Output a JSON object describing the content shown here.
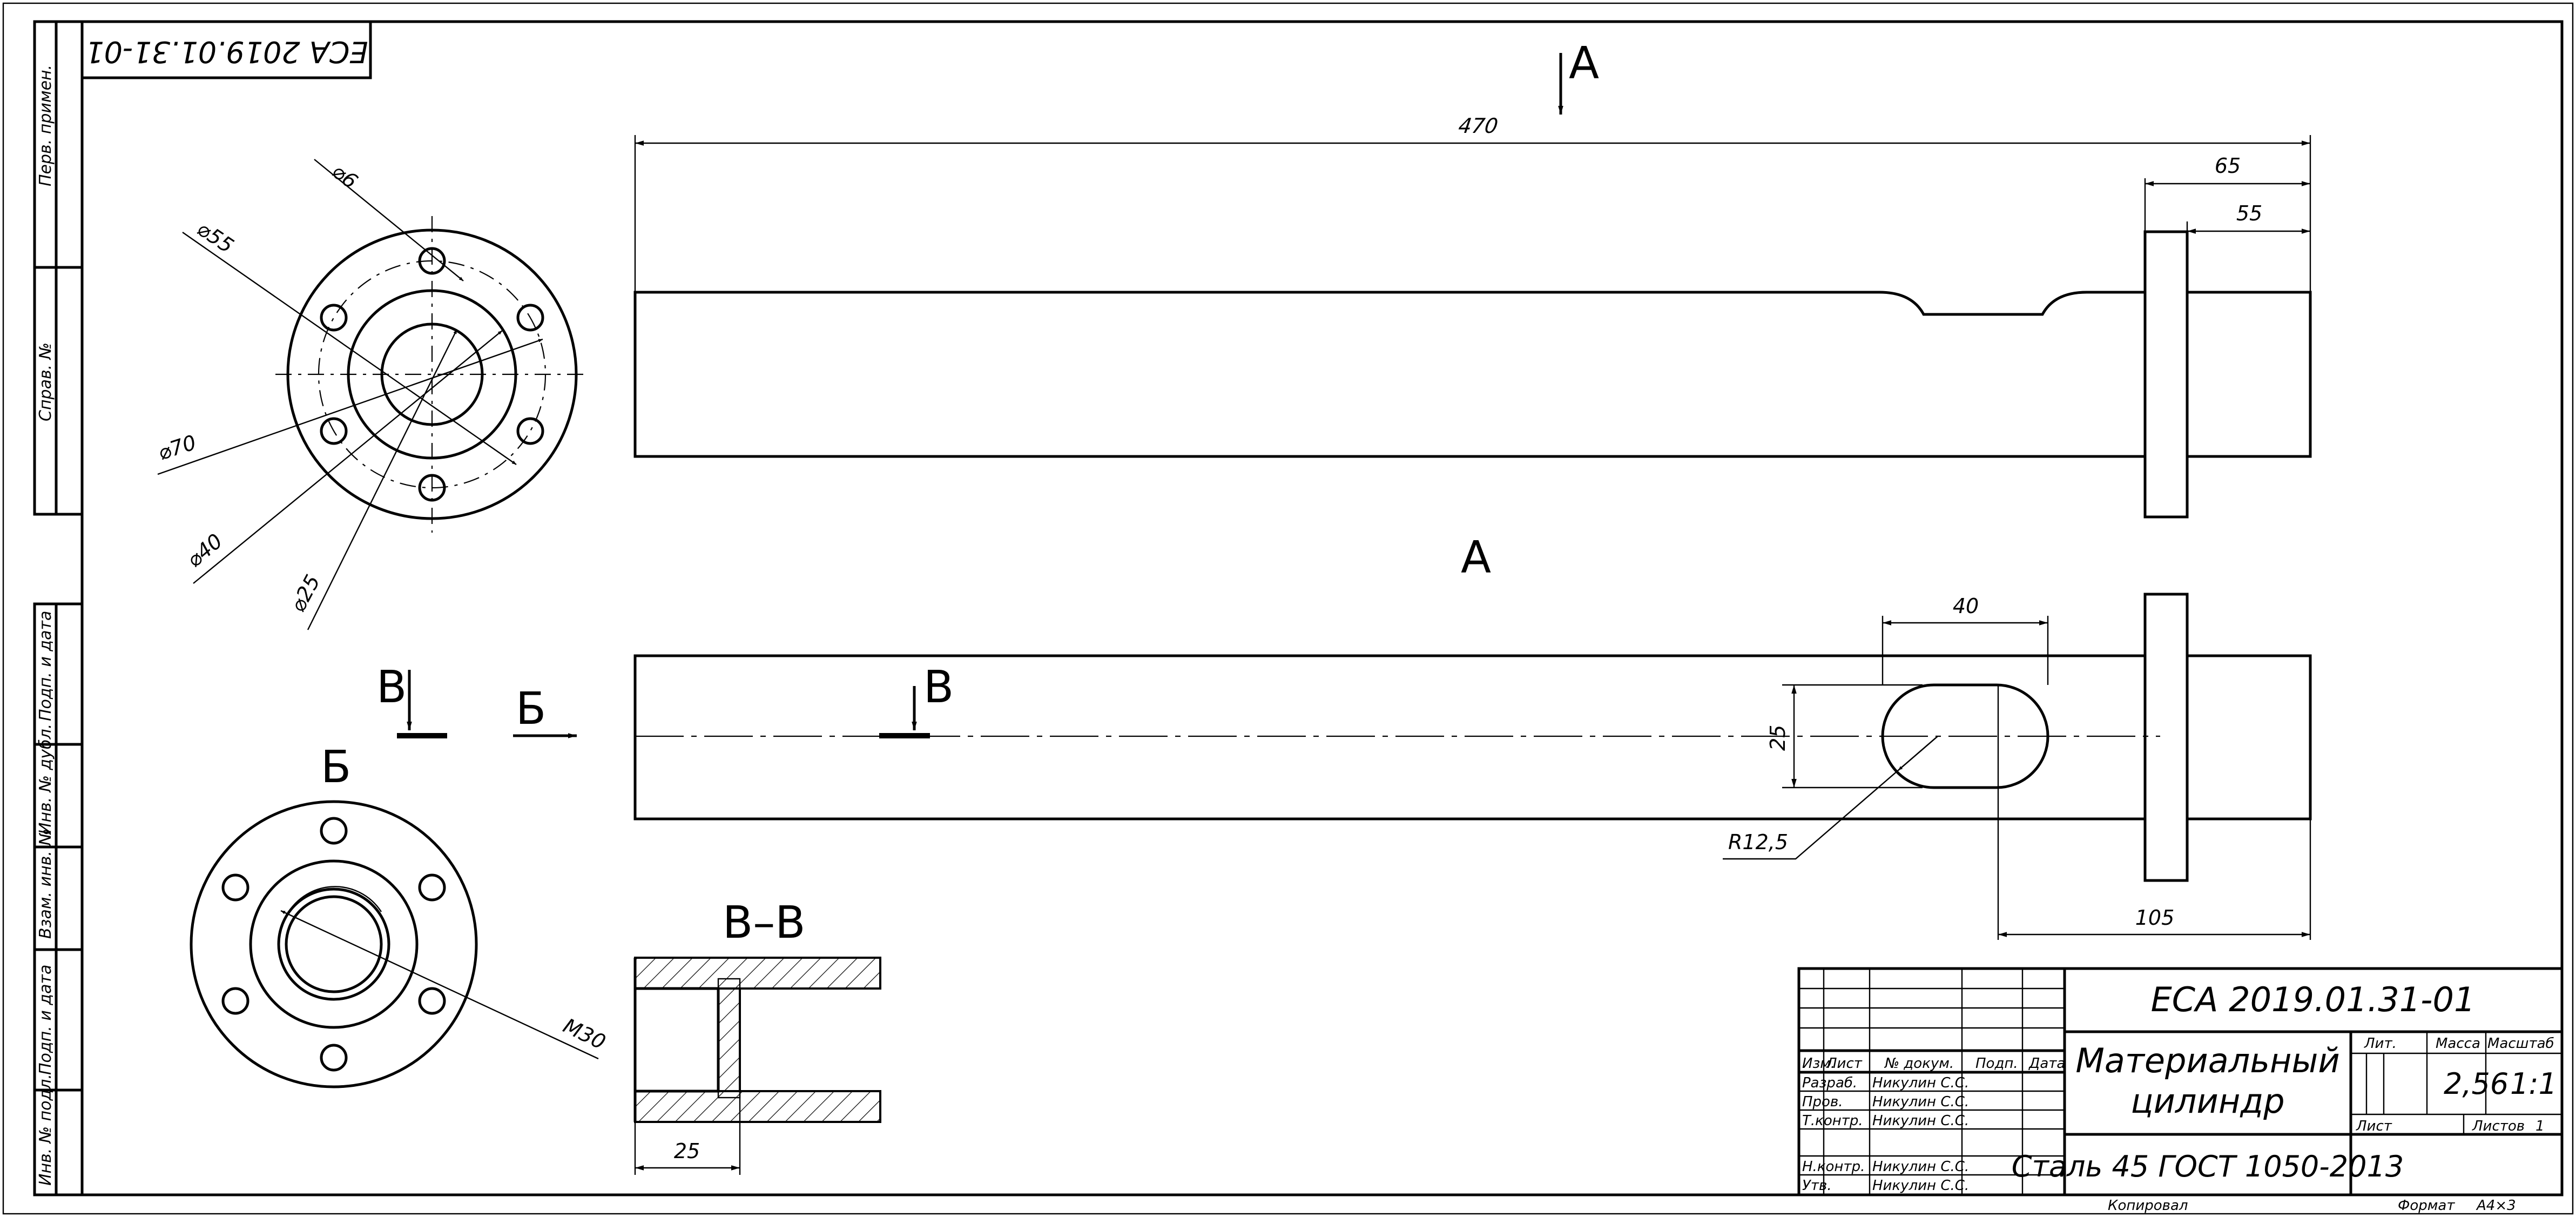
{
  "drawing": {
    "code": "ЕСА 2019.01.31-01",
    "code_top_rotated": "ЕСА 2019.01.31-01",
    "title": [
      "Материальный",
      "цилиндр"
    ],
    "material": "Сталь 45  ГОСТ 1050-2013",
    "mass": "2,56",
    "scale": "1:1",
    "sheet_label": "Лист",
    "sheets_label": "Листов",
    "sheets_value": "1",
    "format_label": "Формат",
    "format_value": "А4×3",
    "copied_label": "Копировал"
  },
  "title_block": {
    "col_headers": {
      "lit": "Лит.",
      "mass": "Масса",
      "scale": "Масштаб"
    },
    "rev_headers": [
      "Изм.",
      "Лист",
      "№ докум.",
      "Подп.",
      "Дата"
    ],
    "roles": [
      {
        "role": "Разраб.",
        "name": "Никулин С.С."
      },
      {
        "role": "Пров.",
        "name": "Никулин С.С."
      },
      {
        "role": "Т.контр.",
        "name": "Никулин С.С."
      },
      {
        "role": "Н.контр.",
        "name": "Никулин С.С."
      },
      {
        "role": "Утв.",
        "name": "Никулин С.С."
      }
    ]
  },
  "side_strip": [
    "Перв. примен.",
    "Справ. №",
    "Подп. и дата",
    "Инв. № дубл.",
    "Взам. инв. №",
    "Подп. и дата",
    "Инв. № подл."
  ],
  "views": {
    "view_a": "А",
    "view_b": "Б",
    "section_v": "В",
    "section_vv": "В–В"
  },
  "dimensions": {
    "length_total": "470",
    "d65": "65",
    "d55": "55",
    "d40": "40",
    "d25_slot": "25",
    "r12_5": "R12,5",
    "d105": "105",
    "d25_section": "25",
    "phi6": "⌀6",
    "phi55": "⌀55",
    "phi70": "⌀70",
    "phi40": "⌀40",
    "phi25": "⌀25",
    "m30": "М30"
  }
}
